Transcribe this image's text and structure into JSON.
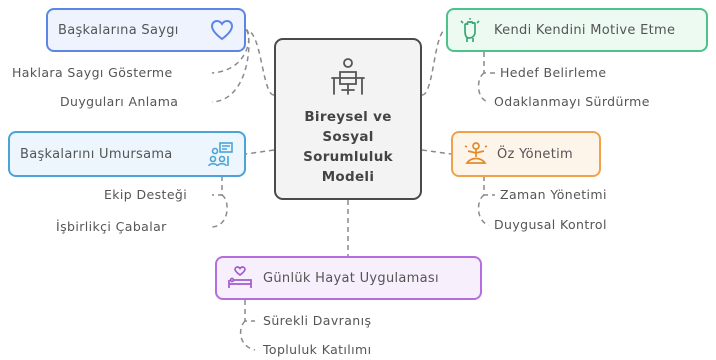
{
  "center": {
    "title": "Bireysel ve\nSosyal\nSorumluluk\nModeli",
    "icon": "person-at-desk-icon"
  },
  "branches": {
    "respect_others": {
      "label": "Başkalarına Saygı",
      "icon": "heart-icon",
      "color": "#5b86e5",
      "children": [
        "Haklara Saygı Gösterme",
        "Duyguları Anlama"
      ]
    },
    "caring_others": {
      "label": "Başkalarını Umursama",
      "icon": "team-whiteboard-icon",
      "color": "#4ba3d6",
      "children": [
        "Ekip Desteği",
        "İşbirlikçi Çabalar"
      ]
    },
    "self_motivation": {
      "label": "Kendi Kendini Motive Etme",
      "icon": "raised-fist-icon",
      "color": "#4cc38a",
      "children": [
        "Hedef Belirleme",
        "Odaklanmayı Sürdürme"
      ]
    },
    "self_management": {
      "label": "Öz Yönetim",
      "icon": "meditation-icon",
      "color": "#f0a24a",
      "children": [
        "Zaman Yönetimi",
        "Duygusal Kontrol"
      ]
    },
    "daily_life": {
      "label": "Günlük Hayat Uygulaması",
      "icon": "bed-heart-icon",
      "color": "#b56ee0",
      "children": [
        "Sürekli Davranış",
        "Topluluk Katılımı"
      ]
    }
  }
}
